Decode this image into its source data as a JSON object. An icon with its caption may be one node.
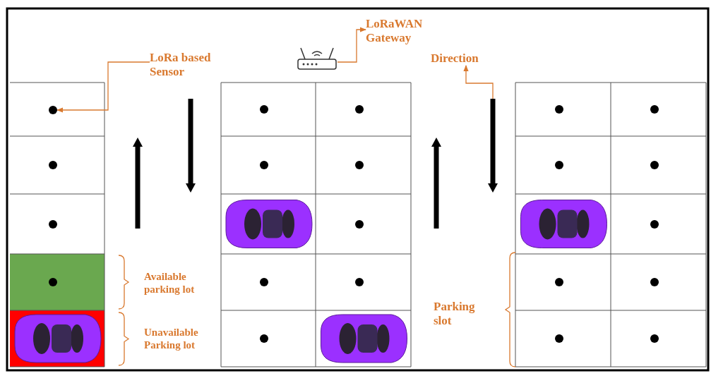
{
  "diagram": {
    "nodes": [
      {
        "text": [
          "LoRa based Sensor"
        ]
      },
      {
        "text": [],
        "shape": "circle"
      },
      {
        "text": [
          "LoRaWAN Gateway"
        ]
      },
      {
        "text": [],
        "shape": "picture"
      },
      {
        "text": [
          "Direction"
        ]
      },
      {
        "text": [],
        "shape": "arrow"
      },
      {
        "text": [],
        "shape": "circle"
      },
      {
        "text": [],
        "shape": "circle"
      },
      {
        "text": [],
        "shape": "circle"
      },
      {
        "text": [],
        "shape": "circle"
      },
      {
        "text": [],
        "shape": "circle"
      },
      {
        "text": [],
        "shape": "circle"
      },
      {
        "text": [],
        "shape": "circle"
      },
      {
        "text": [],
        "shape": "circle"
      },
      {
        "text": [],
        "shape": "circle"
      },
      {
        "text": [],
        "shape": "circle"
      },
      {
        "text": [],
        "shape": "circle"
      },
      {
        "text": [],
        "shape": "circle"
      },
      {
        "text": [],
        "shape": "circle"
      },
      {
        "text": [],
        "shape": "circle"
      },
      {
        "text": [],
        "shape": "circle"
      },
      {
        "text": [],
        "shape": "circle"
      },
      {
        "text": [],
        "shape": "circle"
      },
      {
        "text": [],
        "shape": "circle"
      },
      {
        "text": [],
        "shape": "circle"
      },
      {
        "text": [],
        "shape": "circle"
      },
      {
        "text": [],
        "shape": "arrow"
      },
      {
        "text": [],
        "shape": "arrow"
      },
      {
        "text": [],
        "shape": "arrow"
      }
    ],
    "edges": [
      {
        "from": 0,
        "to": 1,
        "arrow": "to"
      },
      {
        "from": 3,
        "to": 2,
        "arrow": "to"
      },
      {
        "from": 28,
        "to": 4,
        "arrow": "to"
      }
    ],
    "labels": [
      "Available parking lot",
      "Unavailable Parking lot",
      "Parking slot"
    ]
  }
}
